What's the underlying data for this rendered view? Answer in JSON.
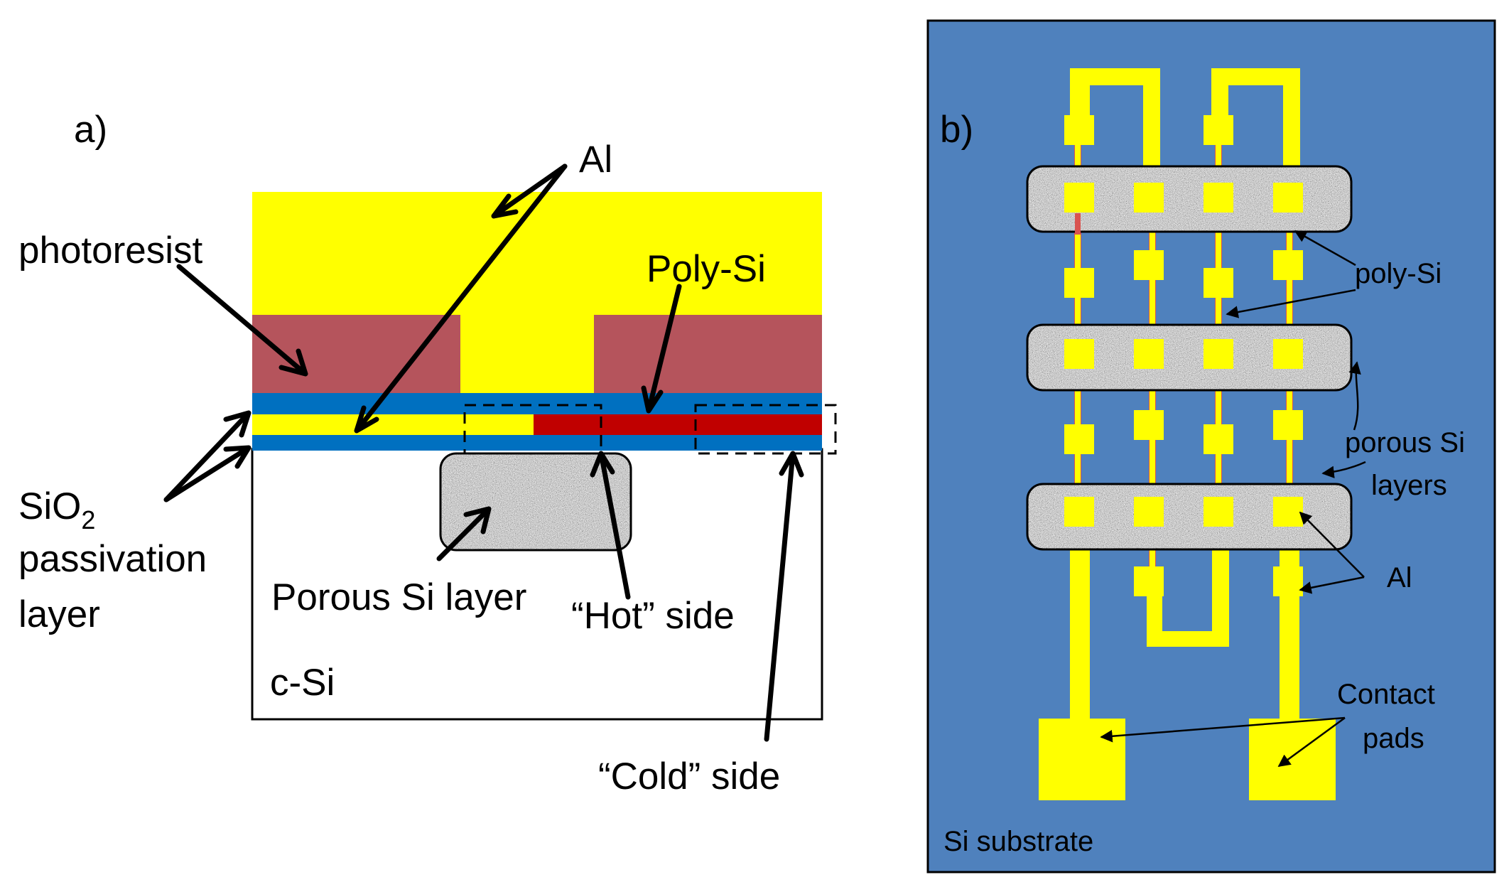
{
  "panel_a": {
    "label": "a)",
    "al": "Al",
    "photoresist": "photoresist",
    "poly_si": "Poly-Si",
    "sio2_main": "SiO",
    "sio2_sub": "2",
    "passivation": "passivation",
    "layer": "layer",
    "porous_si_layer": "Porous Si layer",
    "hot_side": "“Hot” side",
    "cold_side": "“Cold” side",
    "c_si": "c-Si"
  },
  "panel_b": {
    "label": "b)",
    "poly_si": "poly-Si",
    "porous_si": "porous Si",
    "layers": "layers",
    "al": "Al",
    "contact": "Contact",
    "pads": "pads",
    "si_substrate": "Si substrate"
  },
  "colors": {
    "yellow": "#ffff00",
    "photoresist": "#b5545c",
    "sio2": "#0070c0",
    "poly_si": "#c00000",
    "substrate_blue": "#4f81bd",
    "poly_si_strip": "#d9534f",
    "porous_gray": "#a6a6a6"
  }
}
